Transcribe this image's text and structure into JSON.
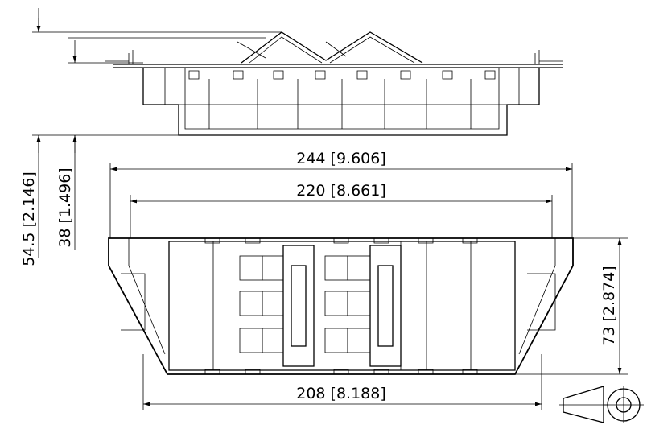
{
  "drawing": {
    "dimensions": {
      "overall_height": "54.5 [2.146]",
      "body_height": "38 [1.496]",
      "overall_width": "244 [9.606]",
      "inner_width": "220 [8.661]",
      "bottom_width": "208 [8.188]",
      "depth": "73 [2.874]"
    },
    "projection_symbol": "third-angle-projection-icon"
  }
}
